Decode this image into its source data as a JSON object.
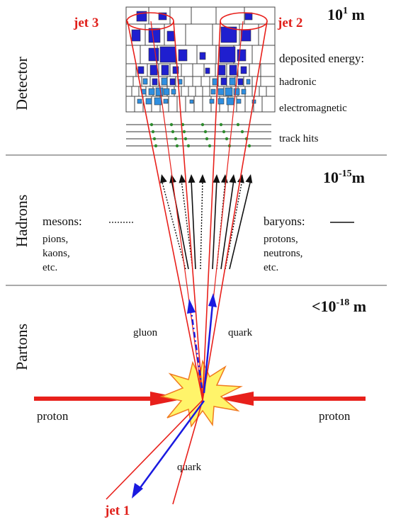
{
  "sections": {
    "detector": "Detector",
    "hadrons": "Hadrons",
    "partons": "Partons"
  },
  "scales": {
    "detector": {
      "base": "10",
      "exp": "1",
      "unit": " m"
    },
    "hadrons": {
      "base": "10",
      "exp": "-15",
      "unit": "m"
    },
    "partons": {
      "base": "<10",
      "exp": "-18",
      "unit": " m"
    }
  },
  "jets": {
    "jet1": "jet 1",
    "jet2": "jet 2",
    "jet3": "jet 3"
  },
  "detector_labels": {
    "deposited": "deposited energy:",
    "hadronic": "hadronic",
    "electromagnetic": "electromagnetic",
    "track_hits": "track hits"
  },
  "hadron_labels": {
    "mesons": "mesons:",
    "mesons_list": [
      "pions,",
      "kaons,",
      "etc."
    ],
    "baryons": "baryons:",
    "baryons_list": [
      "protons,",
      "neutrons,",
      "etc."
    ]
  },
  "parton_labels": {
    "gluon": "gluon",
    "quark_upper": "quark",
    "quark_lower": "quark",
    "proton_left": "proton",
    "proton_right": "proton"
  },
  "colors": {
    "red": "#e8201b",
    "blue": "#1a1ae0",
    "dark_blue": "#1f1fcf",
    "light_blue": "#2f8fe0",
    "burst_fill": "#fff46a",
    "burst_stroke": "#f07a20",
    "track_dot": "#2e8b2e"
  }
}
